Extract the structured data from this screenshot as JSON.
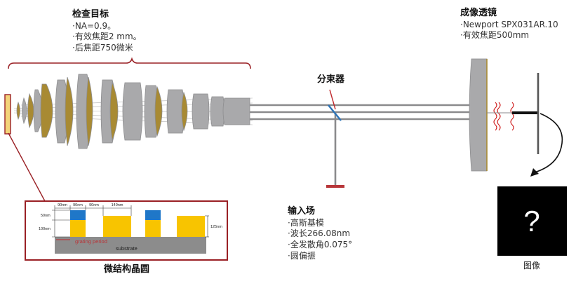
{
  "objective": {
    "title": "检查目标",
    "lines": [
      "·NA=0.9。",
      "·有效焦距2 mm。",
      "·后焦距750微米"
    ]
  },
  "tube_lens": {
    "title": "成像透镜",
    "lines": [
      "·Newport SPX031AR.10",
      "·有效焦距500mm"
    ]
  },
  "beam_splitter": {
    "label": "分束器"
  },
  "input_field": {
    "title": "输入场",
    "lines": [
      "·高斯基模",
      "·波长266.08nm",
      "·全发散角0.075°",
      "·圆偏振"
    ]
  },
  "wafer": {
    "title": "微结构晶圆",
    "dims": {
      "w1": "90nm",
      "w2": "90nm",
      "w3": "90nm",
      "w4": "140nm",
      "h_top": "50nm",
      "h_bottom": "100nm",
      "h_right": "125nm"
    },
    "grating_period_label": "grating period",
    "substrate_label": "substrate"
  },
  "image_box": {
    "symbol": "?",
    "caption": "图像"
  },
  "colors": {
    "lens_gray": "#a9a9ab",
    "lens_gold": "#a88a33",
    "inset_frame": "#9a2025",
    "brace": "#9a2025",
    "structure_yellow": "#f8c400",
    "structure_blue": "#1f77c8",
    "substrate_gray": "#8c8c8c",
    "input_mark": "#b8363a",
    "wave_red": "#d02020",
    "beam_splitter_blue": "#2b73b8"
  }
}
